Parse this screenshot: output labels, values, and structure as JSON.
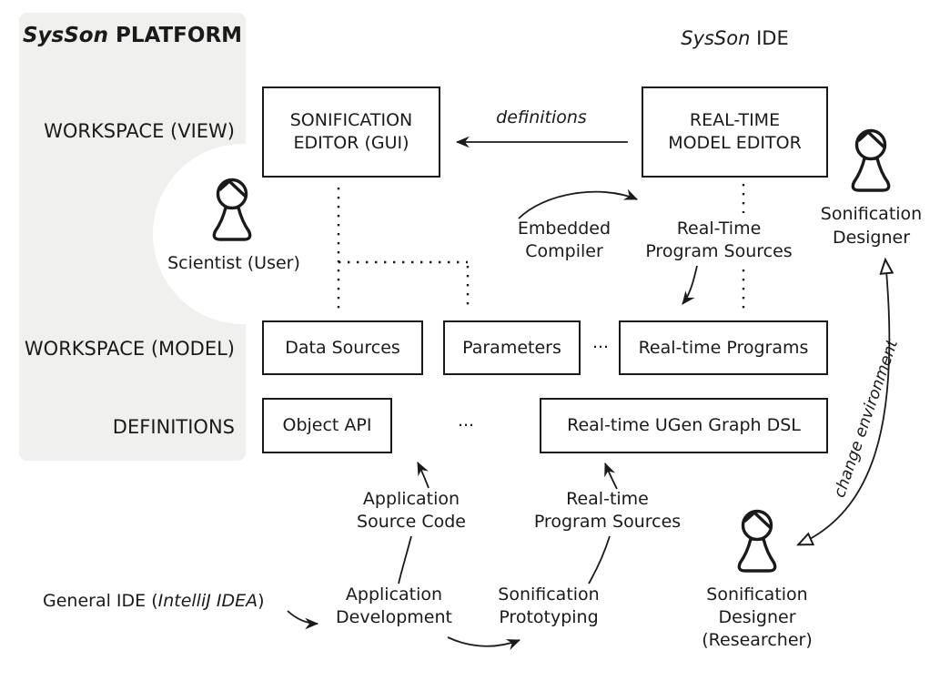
{
  "platform": {
    "brand": "SysSon",
    "brand_rest": "PLATFORM",
    "row_view": "WORKSPACE (VIEW)",
    "row_model": "WORKSPACE (MODEL)",
    "row_definitions": "DEFINITIONS"
  },
  "ide": {
    "brand": "SysSon",
    "brand_rest": "IDE"
  },
  "boxes": {
    "sonification_editor": "SONIFICATION\nEDITOR (GUI)",
    "model_editor": "REAL-TIME\nMODEL EDITOR",
    "data_sources": "Data Sources",
    "parameters": "Parameters",
    "workspace_ellipsis": "...",
    "realtime_programs": "Real-time Programs",
    "object_api": "Object API",
    "definitions_ellipsis": "...",
    "ugen_dsl": "Real-time UGen Graph DSL"
  },
  "annotations": {
    "definitions": "definitions",
    "embedded_compiler": "Embedded\nCompiler",
    "rt_program_sources_top": "Real-Time\nProgram Sources",
    "designer_top": "Sonification\nDesigner",
    "scientist": "Scientist (User)",
    "app_source_code": "Application\nSource Code",
    "rt_program_sources_bottom": "Real-time\nProgram Sources",
    "change_environment": "change environment",
    "general_ide_prefix": "General IDE (",
    "general_ide_em": "IntelliJ IDEA",
    "general_ide_suffix": ")",
    "app_development": "Application\nDevelopment",
    "sonification_prototyping": "Sonification\nPrototyping",
    "designer_researcher": "Sonification\nDesigner\n(Researcher)"
  },
  "icons": {
    "scientist": "person-icon",
    "designer_top": "person-icon",
    "designer_bottom": "person-icon"
  },
  "colors": {
    "ink": "#1a1a1a",
    "platform_bg": "#f0f1ee",
    "paper": "#ffffff"
  }
}
